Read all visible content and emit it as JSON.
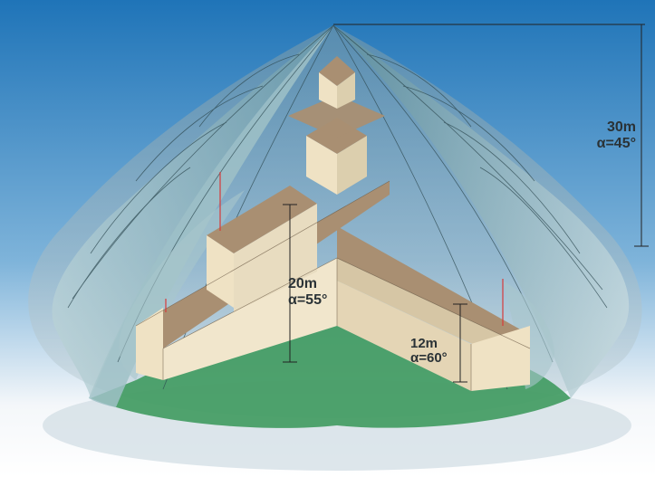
{
  "diagram": {
    "zones": [
      {
        "id": "top",
        "height": "30m",
        "angle": "α=45°"
      },
      {
        "id": "middle",
        "height": "20m",
        "angle": "α=55°"
      },
      {
        "id": "low",
        "height": "12m",
        "angle": "α=60°"
      }
    ]
  },
  "colors": {
    "sky_top": "#1f74b8",
    "sky_bottom": "#ffffff",
    "cone_fill": "#8fb7bf",
    "ground_green": "#3f9a5f",
    "roof": "#a98f72",
    "wall": "#efe2c4",
    "label": "#2a3236"
  }
}
